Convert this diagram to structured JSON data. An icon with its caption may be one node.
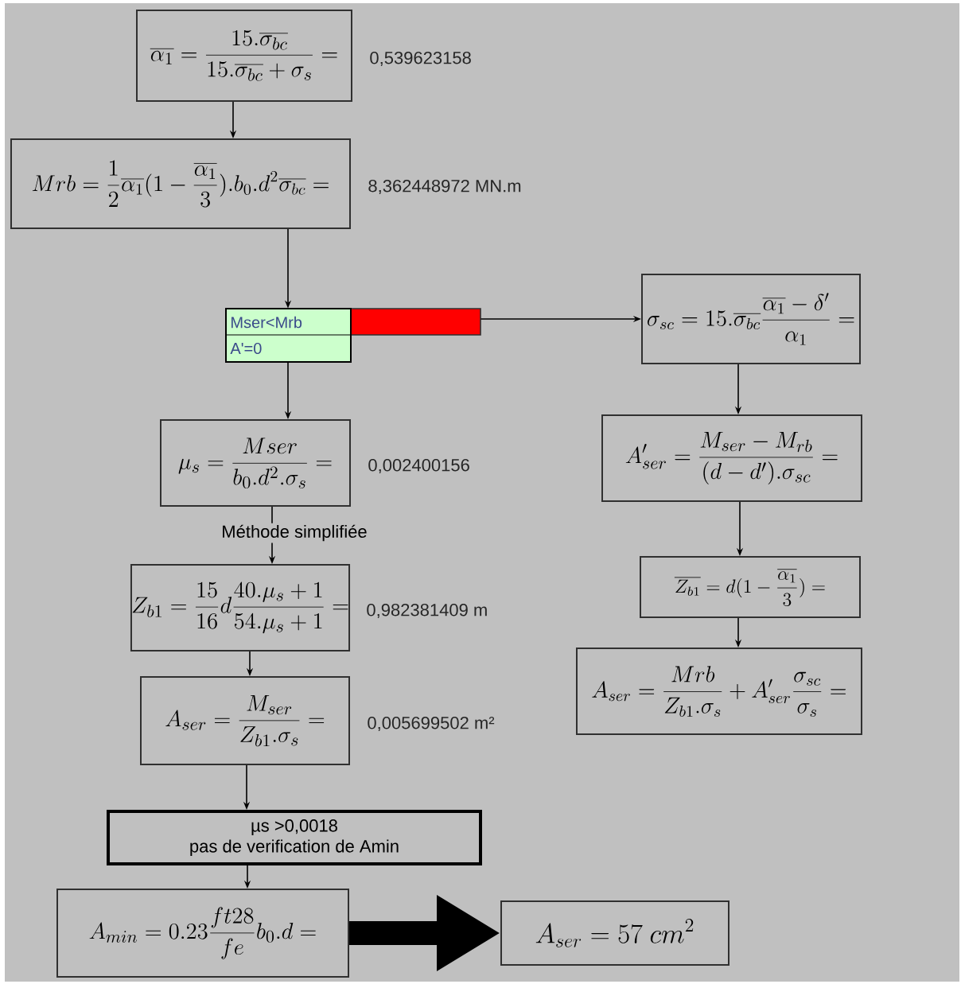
{
  "diagram": {
    "nodes": [
      {
        "text": [
          "\\overline{\\alpha_1}=\\frac{15.\\overline{\\sigma_{bc}}}{15.\\overline{\\sigma_{bc}}+\\sigma_s}="
        ],
        "beside": [
          "0,539623158"
        ]
      },
      {
        "text": [
          "Mrb=\\frac{1}{2}\\overline{\\alpha_1}(1-\\frac{\\overline{\\alpha_1}}{3}).b_0.d^2\\overline{\\sigma_{bc}}="
        ],
        "beside": [
          "8,362448972 MN.m"
        ]
      },
      {
        "text": [
          "Mser<Mrb",
          "A'=0"
        ]
      },
      {
        "text": [
          "\\sigma_{sc}=15.\\overline{\\sigma_{bc}}\\frac{\\overline{\\alpha_1}-\\delta'}{\\alpha_1}="
        ]
      },
      {
        "text": [
          "\\mu_s=\\frac{Mser}{b_0.d^2.\\sigma_s}="
        ],
        "beside": [
          "0,002400156"
        ]
      },
      {
        "text": [
          "A'_{ser}=\\frac{M_{ser}-M_{rb}}{(d-d').\\sigma_{sc}}="
        ]
      },
      {
        "text": [
          "Z_{b1}=\\frac{15}{16}d\\frac{40.\\mu_s+1}{54.\\mu_s+1}="
        ],
        "beside": [
          "0,982381409 m"
        ]
      },
      {
        "text": [
          "\\overline{Z_{b1}}=d(1-\\frac{\\overline{\\alpha_1}}{3})="
        ]
      },
      {
        "text": [
          "A_{ser}=\\frac{M_{ser}}{Z_{b1}.\\sigma_s}="
        ],
        "beside": [
          "0,005699502 m²"
        ]
      },
      {
        "text": [
          "A_{ser}=\\frac{Mrb}{Z_{b1}.\\sigma_s}+A'_{ser}\\frac{\\sigma_{sc}}{\\sigma_s}="
        ]
      },
      {
        "text": [
          "µs >0,0018",
          "pas de verification de Amin"
        ]
      },
      {
        "text": [
          "A_{min}=0.23\\frac{ft28}{fe}b_0.d="
        ]
      },
      {
        "text": [
          "A_{ser}=57\\ cm^2"
        ]
      }
    ],
    "edges": [
      {
        "from": 0,
        "to": 1,
        "arrow": "to"
      },
      {
        "from": 1,
        "to": 2,
        "arrow": "to"
      },
      {
        "from": 2,
        "to": 3,
        "arrow": "to"
      },
      {
        "from": 2,
        "to": 4,
        "arrow": "to"
      },
      {
        "from": 3,
        "to": 5,
        "arrow": "to"
      },
      {
        "from": 4,
        "to": 6,
        "arrow": "to",
        "label": "Méthode simplifiée"
      },
      {
        "from": 5,
        "to": 7,
        "arrow": "to"
      },
      {
        "from": 6,
        "to": 8,
        "arrow": "to"
      },
      {
        "from": 7,
        "to": 9,
        "arrow": "to"
      },
      {
        "from": 8,
        "to": 10,
        "arrow": "to"
      },
      {
        "from": 10,
        "to": 11,
        "arrow": "to"
      },
      {
        "from": 11,
        "to": 12,
        "arrow": "to",
        "style": "thick"
      }
    ]
  }
}
